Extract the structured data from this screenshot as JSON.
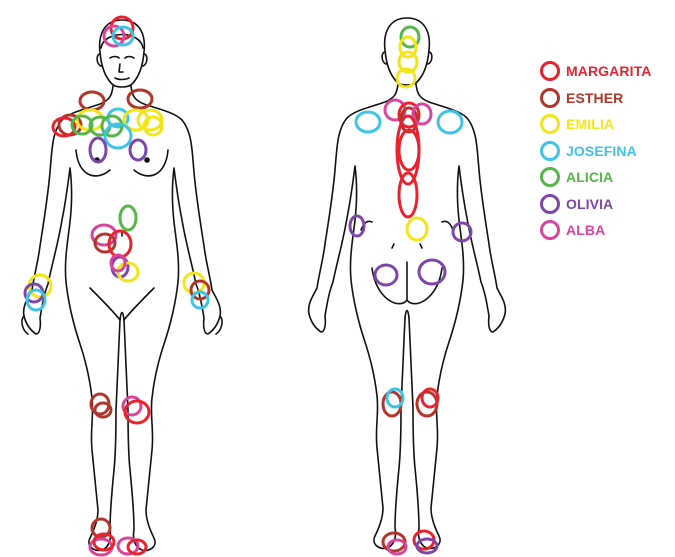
{
  "legend": [
    {
      "key": "margarita",
      "label": "MARGARITA",
      "color": "#e8232f"
    },
    {
      "key": "esther",
      "label": "ESTHER",
      "color": "#b0362b"
    },
    {
      "key": "emilia",
      "label": "EMILIA",
      "color": "#f2e51a"
    },
    {
      "key": "josefina",
      "label": "JOSEFINA",
      "color": "#3fc3e6"
    },
    {
      "key": "alicia",
      "label": "ALICIA",
      "color": "#55b548"
    },
    {
      "key": "olivia",
      "label": "OLIVIA",
      "color": "#7c47a8"
    },
    {
      "key": "alba",
      "label": "ALBA",
      "color": "#d9449c"
    }
  ],
  "views": [
    "front",
    "back"
  ],
  "marker_owners": {
    "front": {
      "head": [
        "margarita",
        "alba",
        "josefina"
      ],
      "neck_shoulders": [
        "esther",
        "esther",
        "esther",
        "margarita",
        "emilia",
        "alicia",
        "josefina",
        "emilia",
        "alicia",
        "emilia",
        "alicia",
        "emilia",
        "josefina"
      ],
      "chest": [
        "olivia",
        "olivia"
      ],
      "abdomen": [
        "alicia",
        "alba",
        "esther",
        "margarita",
        "olivia",
        "emilia",
        "alba"
      ],
      "wrists": [
        "emilia",
        "olivia",
        "josefina",
        "emilia",
        "esther",
        "josefina"
      ],
      "knees": [
        "esther",
        "alba",
        "margarita",
        "esther"
      ],
      "feet": [
        "esther",
        "alba",
        "margarita",
        "alba",
        "margarita"
      ]
    },
    "back": {
      "neck": [
        "alicia",
        "emilia",
        "emilia",
        "emilia"
      ],
      "upper_back": [
        "alba",
        "josefina",
        "josefina",
        "margarita",
        "esther",
        "alba"
      ],
      "spine": [
        "margarita",
        "margarita",
        "margarita",
        "emilia"
      ],
      "elbows": [
        "olivia",
        "olivia"
      ],
      "lower_back": [
        "olivia",
        "olivia"
      ],
      "knees": [
        "esther",
        "josefina",
        "esther",
        "margarita"
      ],
      "feet": [
        "esther",
        "alba",
        "margarita",
        "olivia"
      ]
    }
  }
}
